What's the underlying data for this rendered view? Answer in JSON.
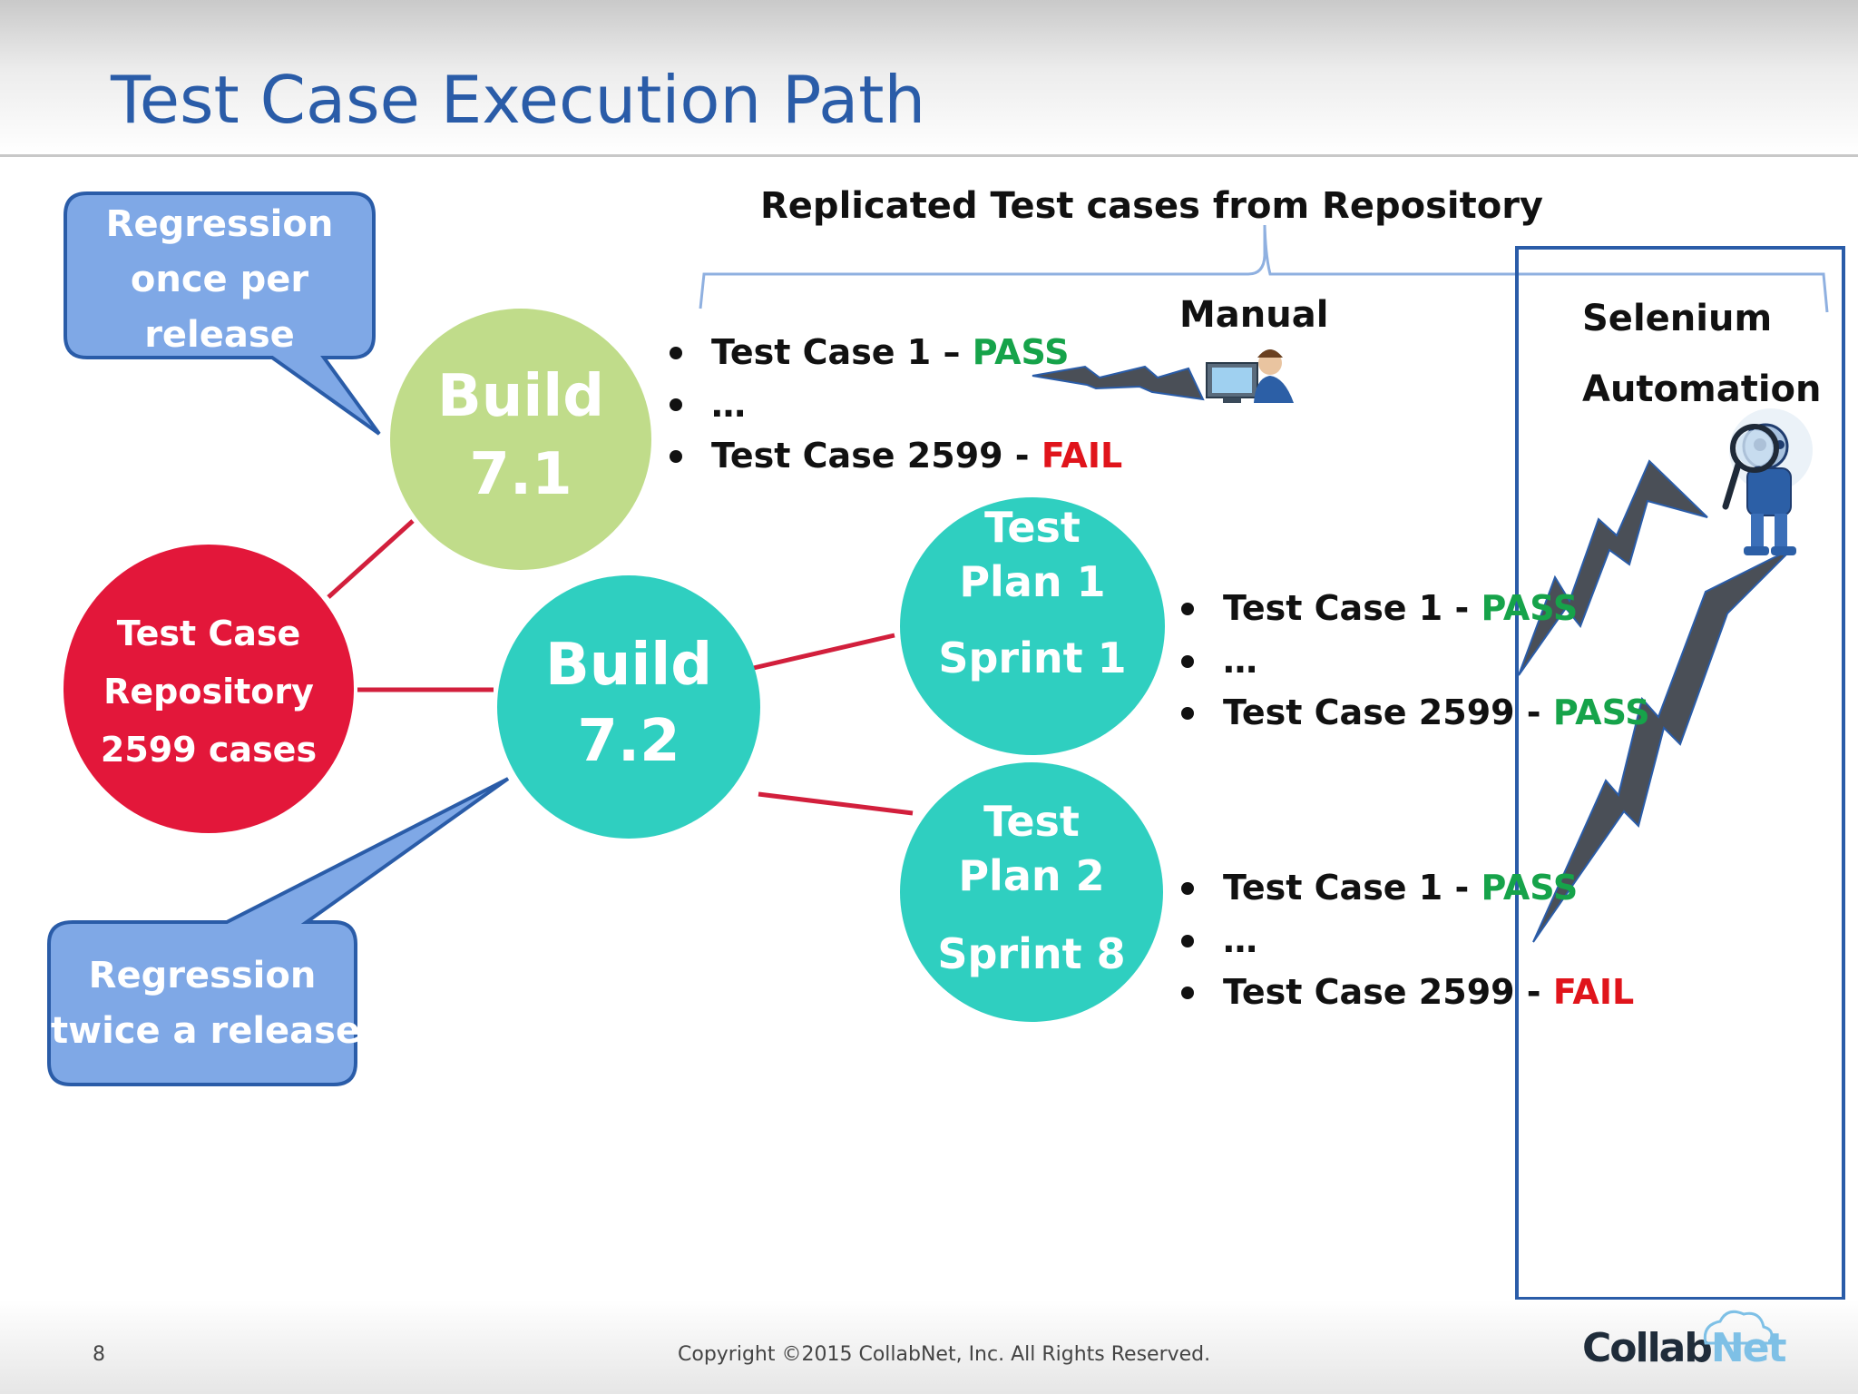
{
  "slide": {
    "title": "Test Case Execution Path",
    "page_number": "8",
    "copyright": "Copyright ©2015 CollabNet, Inc.  All Rights Reserved.",
    "logo": {
      "part1": "Collab",
      "part2": "Net"
    }
  },
  "callouts": {
    "top": {
      "lines": [
        "Regression",
        "once per",
        "release"
      ],
      "fill": "#7fa8e6"
    },
    "bottom": {
      "lines": [
        "Regression",
        "twice a release"
      ],
      "fill": "#7fa8e6"
    }
  },
  "nodes": {
    "repository": {
      "lines": [
        "Test Case",
        "Repository",
        "2599 cases"
      ],
      "color": "#e3173a"
    },
    "build71": {
      "lines": [
        "Build",
        "7.1"
      ],
      "color": "#c0dc8a"
    },
    "build72": {
      "lines": [
        "Build",
        "7.2"
      ],
      "color": "#2fcfc0"
    },
    "plan1": {
      "lines": [
        "Test",
        "Plan 1",
        "Sprint 1"
      ],
      "color": "#2fcfc0"
    },
    "plan2": {
      "lines": [
        "Test",
        "Plan 2",
        "Sprint 8"
      ],
      "color": "#2fcfc0"
    }
  },
  "labels": {
    "replicated": "Replicated Test cases from Repository",
    "manual": "Manual",
    "selenium": "Selenium",
    "automation": "Automation"
  },
  "lists": {
    "build71": [
      {
        "text": "Test Case 1 – ",
        "status": "PASS",
        "status_type": "pass"
      },
      {
        "text": "…",
        "status": "",
        "status_type": ""
      },
      {
        "text": "Test Case 2599 - ",
        "status": "FAIL",
        "status_type": "fail"
      }
    ],
    "plan1": [
      {
        "text": "Test Case 1 - ",
        "status": "PASS",
        "status_type": "pass"
      },
      {
        "text": "…",
        "status": "",
        "status_type": ""
      },
      {
        "text": "Test Case 2599 - ",
        "status": "PASS",
        "status_type": "pass"
      }
    ],
    "plan2": [
      {
        "text": "Test Case 1 - ",
        "status": "PASS",
        "status_type": "pass"
      },
      {
        "text": "…",
        "status": "",
        "status_type": ""
      },
      {
        "text": "Test Case 2599 - ",
        "status": "FAIL",
        "status_type": "fail"
      }
    ]
  },
  "colors": {
    "title": "#2a5ca8",
    "connector": "#d21f3c",
    "automation_box": "#2a5ca8",
    "bracket": "#8fb0e0",
    "lightning": "#4a4f57",
    "lightning_outline": "#2a5ca8",
    "pass": "#16a34a",
    "fail": "#e0141b"
  },
  "icons": {
    "manual_tester": "person-at-computer-icon",
    "automation_robot": "robot-with-magnifier-icon"
  }
}
